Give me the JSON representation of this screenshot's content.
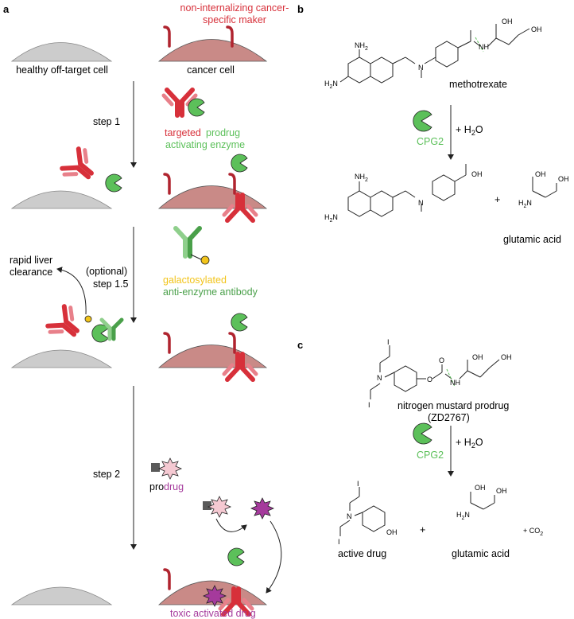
{
  "panels": {
    "a": "a",
    "b": "b",
    "c": "c"
  },
  "colors": {
    "antibody_red": "#d7303a",
    "antibody_light": "#e8808a",
    "enzyme_green": "#5cc05a",
    "anti_enzyme_green": "#8fcf8c",
    "gal_yellow": "#f2c41b",
    "cancer_cell": "#c98a87",
    "healthy_cell": "#cccccc",
    "drug_purple": "#a53a9c",
    "prodrug_pink": "#f5c9d2",
    "dark_square": "#5a5a5a",
    "label_red": "#d7303a",
    "label_green": "#5cc05a",
    "label_gold": "#f2c41b",
    "label_darkgreen": "#4aa04a",
    "label_magenta": "#a53a9c"
  },
  "panel_a": {
    "marker_label_line1": "non-internalizing cancer-",
    "marker_label_line2": "specific maker",
    "healthy_label": "healthy off-target cell",
    "cancer_label": "cancer cell",
    "step1": "step 1",
    "targeted": "targeted",
    "prodrug_word": "prodrug",
    "activating_enzyme": "activating enzyme",
    "optional": "(optional)",
    "step15": "step 1.5",
    "rapid_liver_line1": "rapid liver",
    "rapid_liver_line2": "clearance",
    "galactosylated": "galactosylated",
    "anti_enzyme": "anti-enzyme antibody",
    "step2": "step 2",
    "pro": "pro",
    "drug": "drug",
    "toxic": "toxic activated drug"
  },
  "panel_b": {
    "methotrexate": "methotrexate",
    "cpg2": "CPG2",
    "plus_h2o": "+ H",
    "h2o_sub": "2",
    "h2o_o": "O",
    "plus": "+",
    "glutamic_acid": "glutamic acid",
    "nh2": "NH",
    "nh2_sub": "2",
    "h2n": "H",
    "h2n_sub": "2",
    "h2n_n": "N",
    "n": "N",
    "oh": "OH",
    "o": "O",
    "h": "H"
  },
  "panel_c": {
    "prodrug_line1": "nitrogen mustard prodrug",
    "prodrug_line2": "(ZD2767)",
    "cpg2": "CPG2",
    "plus_h2o": "+ H",
    "h2o_sub": "2",
    "h2o_o": "O",
    "active_drug": "active drug",
    "glutamic_acid": "glutamic acid",
    "plus": "+",
    "co2": "+ CO",
    "co2_sub": "2",
    "i": "I",
    "n": "N",
    "o": "O",
    "oh": "OH",
    "h": "H",
    "h2n": "H",
    "h2n_sub": "2",
    "h2n_n": "N"
  }
}
